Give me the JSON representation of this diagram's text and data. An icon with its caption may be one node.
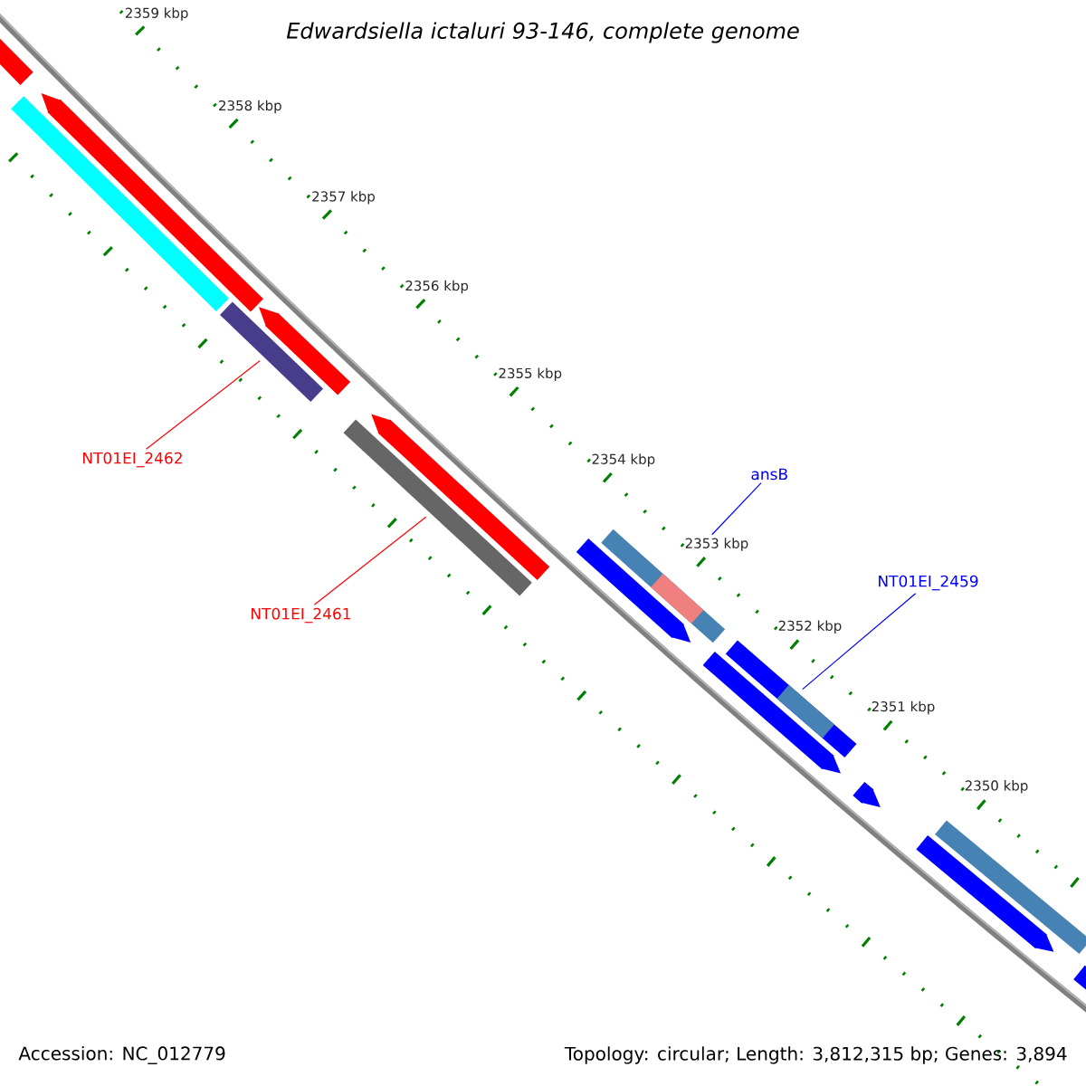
{
  "diagram": {
    "title": "Edwardsiella ictaluri 93-146, complete genome",
    "nodes": [
      {
        "text": [
          "NT01EI_2462"
        ]
      },
      {
        "text": [],
        "shape": "bar"
      },
      {
        "text": [
          "NT01EI_2461"
        ]
      },
      {
        "text": [],
        "shape": "bar"
      },
      {
        "text": [
          "ansB"
        ]
      },
      {
        "text": [],
        "shape": "bar"
      },
      {
        "text": [
          "NT01EI_2459"
        ]
      },
      {
        "text": [],
        "shape": "bar"
      },
      {
        "text": [],
        "shape": "bar"
      },
      {
        "text": [],
        "shape": "bar"
      },
      {
        "text": [],
        "shape": "bar"
      },
      {
        "text": [],
        "shape": "bar"
      },
      {
        "text": [],
        "shape": "bar"
      },
      {
        "text": [],
        "shape": "bar"
      },
      {
        "text": [],
        "shape": "bar"
      },
      {
        "text": [],
        "shape": "bar"
      },
      {
        "text": [],
        "shape": "bar"
      },
      {
        "text": [],
        "shape": "bar"
      },
      {
        "text": [],
        "shape": "bar"
      }
    ],
    "edges": [
      {
        "from": 0,
        "to": 1,
        "arrow": "none",
        "color": "#ff0000"
      },
      {
        "from": 2,
        "to": 3,
        "arrow": "none",
        "color": "#ff0000"
      },
      {
        "from": 4,
        "to": 5,
        "arrow": "none",
        "color": "#0000ff"
      },
      {
        "from": 6,
        "to": 7,
        "arrow": "none",
        "color": "#0000ff"
      }
    ],
    "labels": [
      "2359 kbp",
      "2358 kbp",
      "2357 kbp",
      "2356 kbp",
      "2355 kbp",
      "2354 kbp",
      "2353 kbp",
      "2352 kbp",
      "2351 kbp",
      "2350 kbp",
      "Accession: NC_012779",
      "Topology: circular; Length: 3,812,315 bp; Genes: 3,894"
    ]
  }
}
